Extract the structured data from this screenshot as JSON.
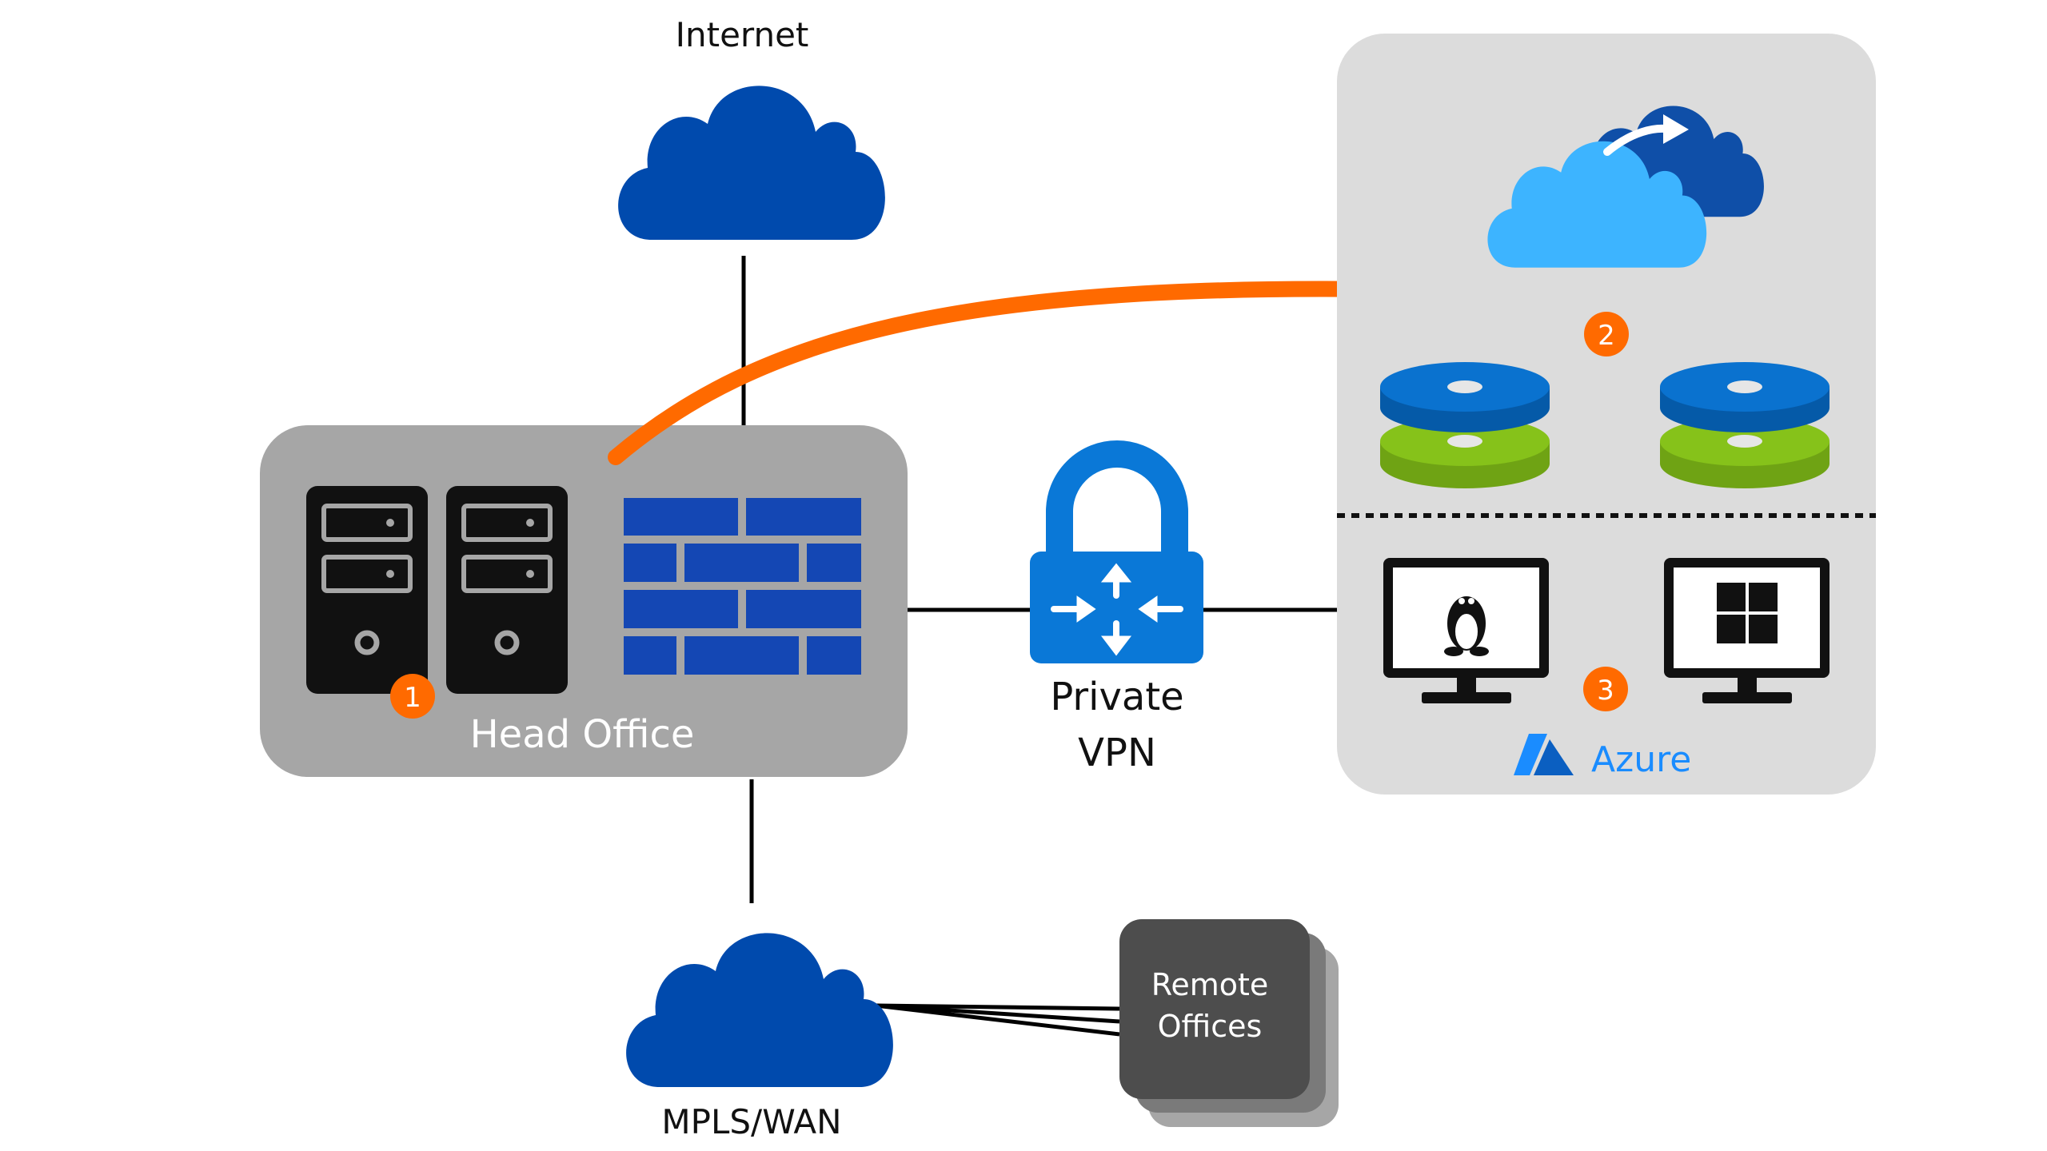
{
  "labels": {
    "internet": "Internet",
    "head_office": "Head Office",
    "private_vpn_line1": "Private",
    "private_vpn_line2": "VPN",
    "azure": "Azure",
    "mpls_wan": "MPLS/WAN",
    "remote_offices_line1": "Remote",
    "remote_offices_line2": "Offices"
  },
  "steps": [
    "1",
    "2",
    "3"
  ],
  "colors": {
    "cloud_dark_blue": "#004aad",
    "cloud_light_blue": "#3db4ff",
    "cloud_back_blue": "#0f4fa8",
    "firewall_blue": "#1447b4",
    "vpn_blue": "#0a78d7",
    "disk_blue": "#0a72cf",
    "disk_green": "#86c21a",
    "step_orange": "#ff6a00",
    "arrow_orange": "#ff6a00",
    "head_office_gray": "#a6a6a6",
    "azure_panel_gray": "#dcdcdc",
    "remote_dark_gray": "#4d4d4d",
    "server_black": "#111111",
    "azure_text": "#1a8cff"
  },
  "icons": [
    "cloud-icon",
    "server-icon",
    "firewall-icon",
    "vpn-lock-icon",
    "disk-stack-icon",
    "linux-monitor-icon",
    "windows-monitor-icon",
    "azure-logo-icon",
    "cloud-sync-icon"
  ]
}
